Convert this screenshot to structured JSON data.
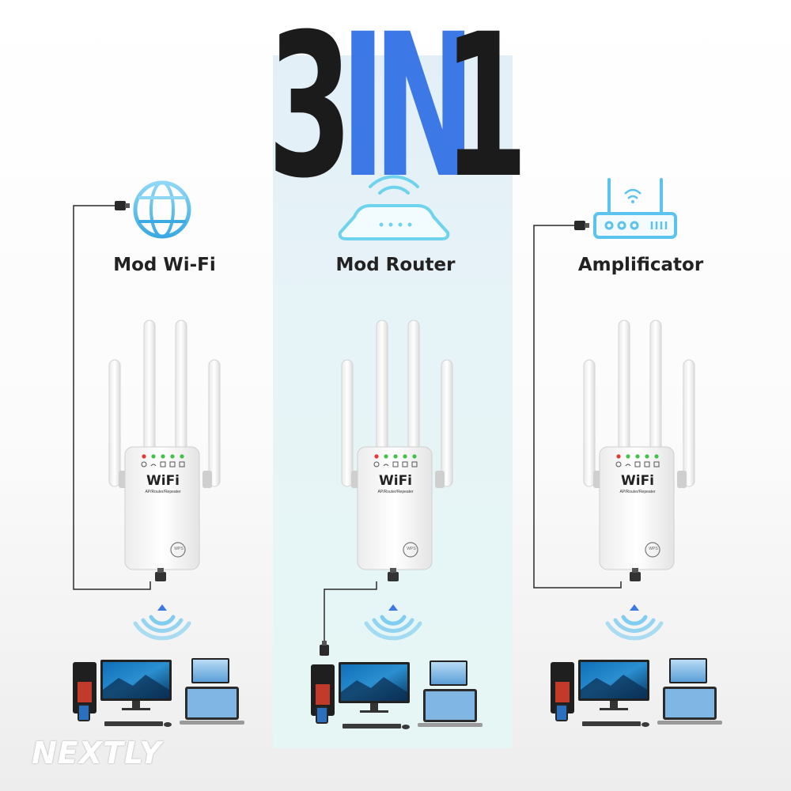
{
  "headline": {
    "part1": "3",
    "part2": "IN",
    "part3": "1"
  },
  "modes": [
    {
      "label": "Mod Wi-Fi",
      "icon": "globe-icon"
    },
    {
      "label": "Mod Router",
      "icon": "router-signal-icon"
    },
    {
      "label": "Amplificator",
      "icon": "antenna-router-icon"
    }
  ],
  "device": {
    "logo": "WiFi",
    "subtitle": "AP/Router/Repeater",
    "button_label": "WPS"
  },
  "brand": "NEXTLY",
  "colors": {
    "accent_blue": "#3c78e6",
    "icon_cyan": "#5bc3ee",
    "headline_dark": "#1b1b1b",
    "panel_tint": "#e3eff7"
  }
}
